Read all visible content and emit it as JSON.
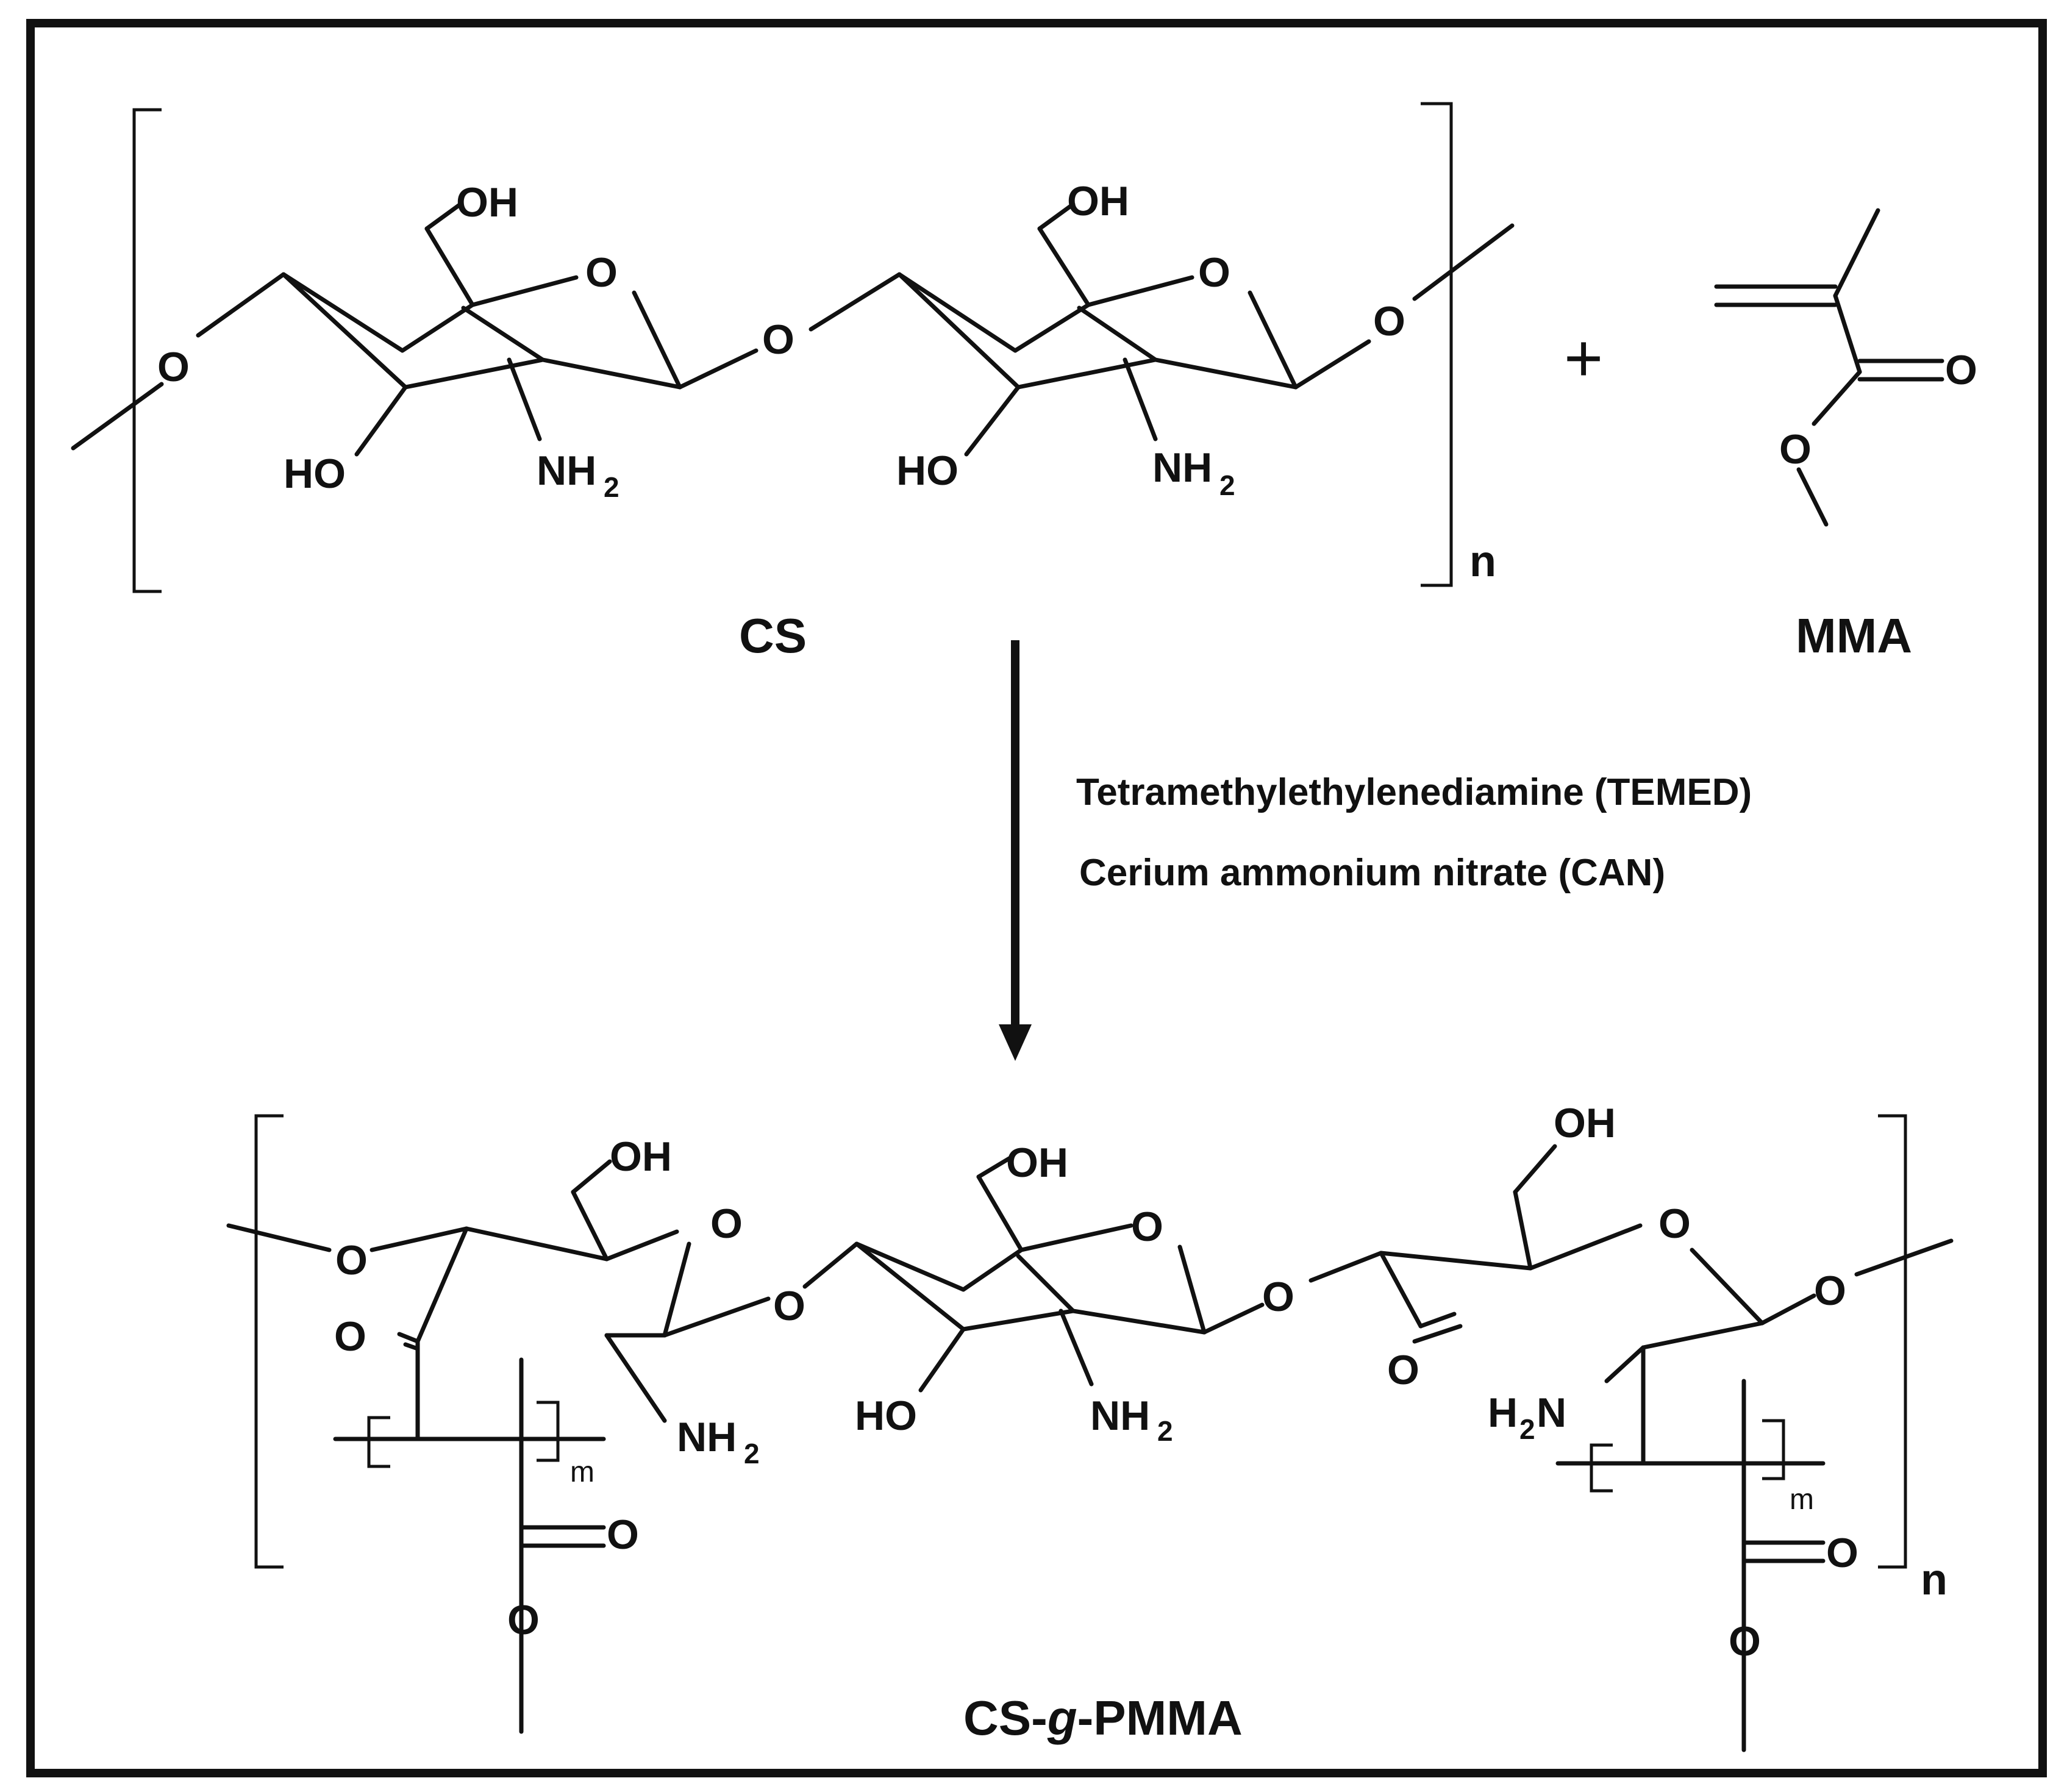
{
  "atoms": {
    "oxygen": "O",
    "hydroxyl": "OH",
    "hydroxyl_left": "HO",
    "amine": "NH",
    "amine_left_h": "H",
    "amine_left_n": "N",
    "subscript_two": "2"
  },
  "repeat": {
    "n": "n",
    "m": "m"
  },
  "labels": {
    "reactant_chitosan": "CS",
    "reactant_monomer": "MMA",
    "plus": "+",
    "product": {
      "prefix": "CS-",
      "italic": "g",
      "suffix": "-PMMA"
    }
  },
  "conditions": [
    "Tetramethylethylenediamine (TEMED)",
    "Cerium ammonium nitrate (CAN)"
  ],
  "colors": {
    "ink": "#111111",
    "background": "#ffffff"
  }
}
